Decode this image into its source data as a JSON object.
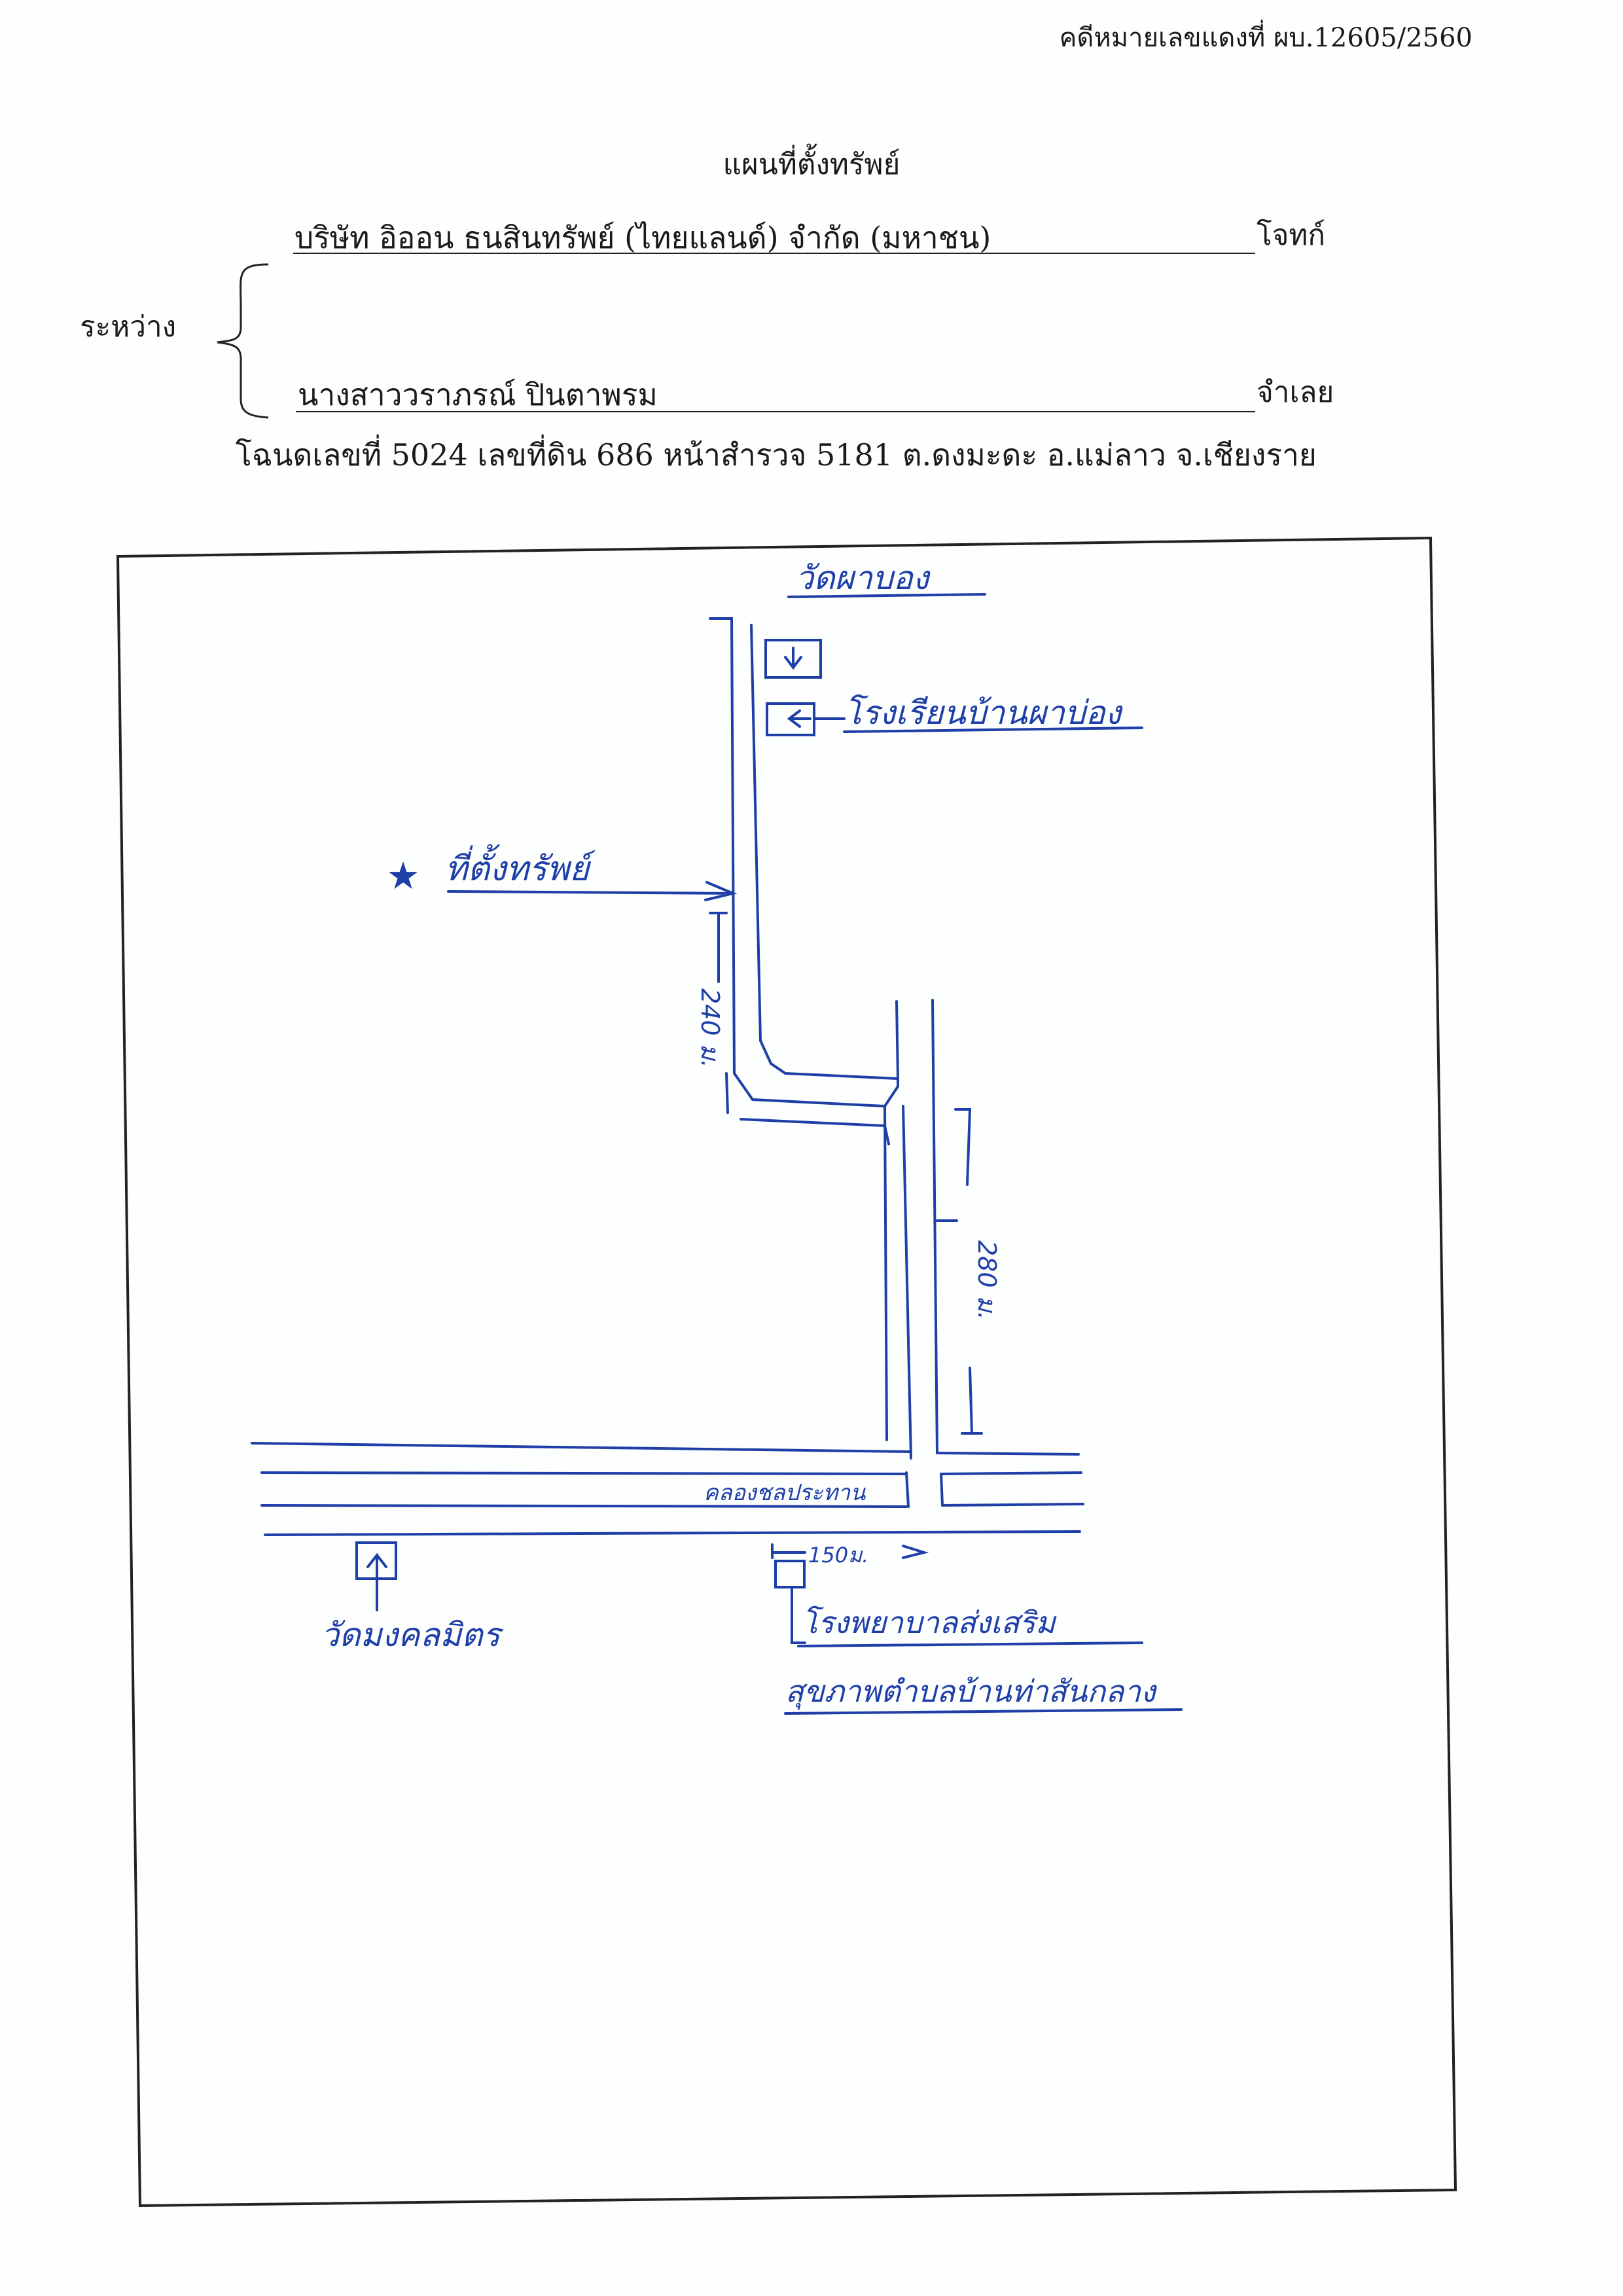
{
  "header": {
    "case_number": "คดีหมายเลขแดงที่ ผบ.12605/2560",
    "title": "แผนที่ตั้งทรัพย์",
    "between_label": "ระหว่าง",
    "plaintiff": {
      "name": "บริษัท อิออน ธนสินทรัพย์ (ไทยแลนด์) จำกัด (มหาชน)",
      "role": "โจทก์"
    },
    "defendant": {
      "name": "นางสาววราภรณ์ ปินตาพรม",
      "role": "จำเลย"
    },
    "deed_line": "โฉนดเลขที่  5024  เลขที่ดิน  686  หน้าสำรวจ 5181  ต.ดงมะดะ  อ.แม่ลาว  จ.เชียงราย"
  },
  "map": {
    "labels": {
      "temple_top": "วัดผาบอง",
      "school": "โรงเรียนบ้านผาบ่อง",
      "property": "ที่ตั้งทรัพย์",
      "distance_240": "240 ม.",
      "distance_280": "280 ม.",
      "canal": "คลองชลประทาน",
      "temple_bottom": "วัดมงคลมิตร",
      "distance_150": "150ม.",
      "hospital_line1": "โรงพยาบาลส่งเสริม",
      "hospital_line2": "สุขภาพตำบลบ้านท่าสันกลาง"
    },
    "ink_color": "#1f3fa8",
    "property_marker": "star-icon",
    "direction_markers": [
      "arrow-down-icon",
      "arrow-left-icon",
      "arrow-up-icon"
    ]
  }
}
